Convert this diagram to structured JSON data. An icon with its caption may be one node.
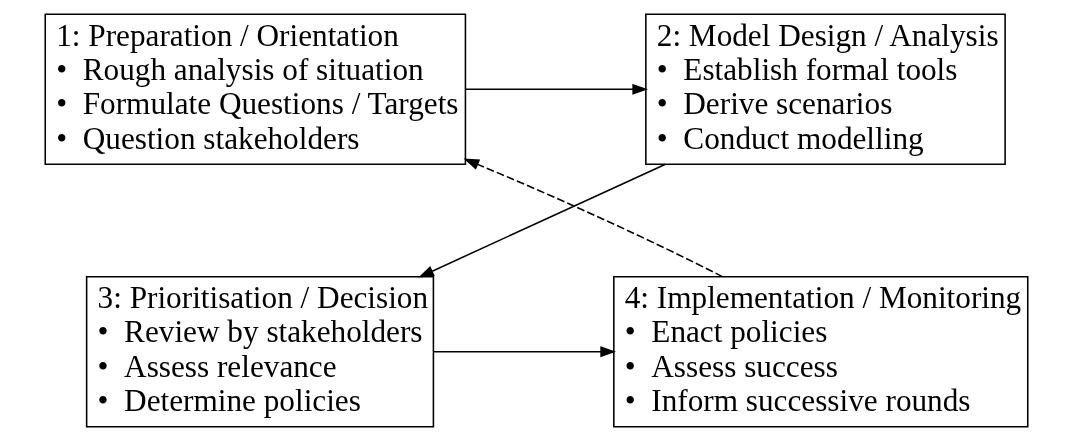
{
  "diagram": {
    "nodes": [
      {
        "text": [
          "1: Preparation / Orientation",
          "•  Rough analysis of situation",
          "•  Formulate Questions / Targets",
          "•  Question stakeholders"
        ]
      },
      {
        "text": [
          "2: Model Design / Analysis",
          "•  Establish formal tools",
          "•  Derive scenarios",
          "•  Conduct modelling"
        ]
      },
      {
        "text": [
          "3: Prioritisation / Decision",
          "•  Review by stakeholders",
          "•  Assess relevance",
          "•  Determine policies"
        ]
      },
      {
        "text": [
          "4: Implementation / Monitoring",
          "•  Enact policies",
          "•  Assess success",
          "•  Inform successive rounds"
        ]
      }
    ],
    "edges": [
      {
        "from": 0,
        "to": 1,
        "arrow": "to"
      },
      {
        "from": 1,
        "to": 2,
        "arrow": "to"
      },
      {
        "from": 2,
        "to": 3,
        "arrow": "to"
      },
      {
        "from": 3,
        "to": 0,
        "arrow": "to",
        "style": "dashed"
      }
    ]
  }
}
